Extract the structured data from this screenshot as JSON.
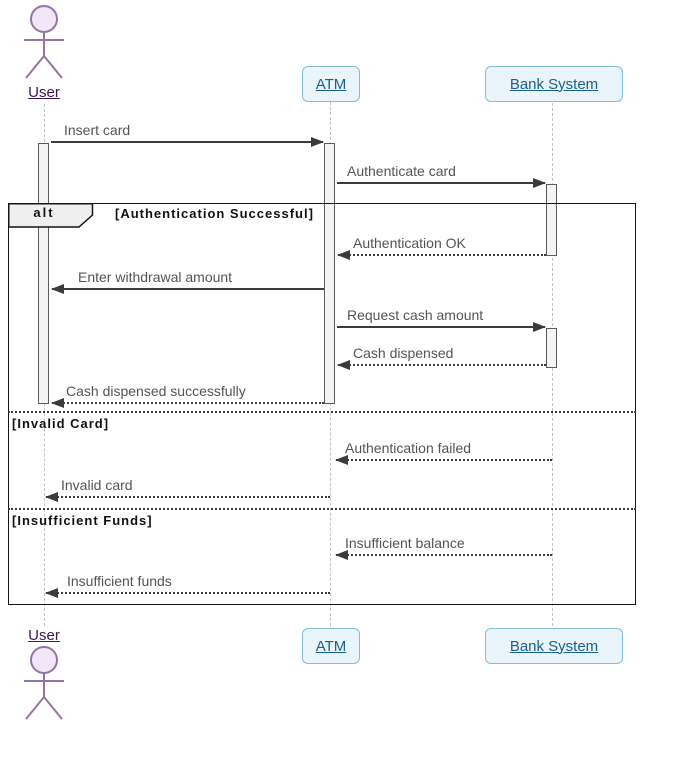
{
  "diagram": {
    "type": "uml-sequence",
    "subject": "ATM cash withdrawal"
  },
  "participants": {
    "user": {
      "label": "User",
      "kind": "actor"
    },
    "atm": {
      "label": "ATM",
      "kind": "participant"
    },
    "bank": {
      "label": "Bank System",
      "kind": "participant"
    }
  },
  "alt_frame": {
    "operator": "alt",
    "sections": [
      {
        "guard": "[Authentication Successful]"
      },
      {
        "guard": "[Invalid Card]"
      },
      {
        "guard": "[Insufficient Funds]"
      }
    ]
  },
  "messages": [
    {
      "text": "Insert card",
      "from": "user",
      "to": "atm",
      "style": "solid"
    },
    {
      "text": "Authenticate card",
      "from": "atm",
      "to": "bank",
      "style": "solid"
    },
    {
      "text": "Authentication OK",
      "from": "bank",
      "to": "atm",
      "style": "dotted"
    },
    {
      "text": "Enter withdrawal amount",
      "from": "atm",
      "to": "user",
      "style": "solid"
    },
    {
      "text": "Request cash amount",
      "from": "atm",
      "to": "bank",
      "style": "solid"
    },
    {
      "text": "Cash dispensed",
      "from": "bank",
      "to": "atm",
      "style": "dotted"
    },
    {
      "text": "Cash dispensed successfully",
      "from": "atm",
      "to": "user",
      "style": "dotted"
    },
    {
      "text": "Authentication failed",
      "from": "bank",
      "to": "atm",
      "style": "dotted"
    },
    {
      "text": "Invalid card",
      "from": "atm",
      "to": "user",
      "style": "dotted"
    },
    {
      "text": "Insufficient balance",
      "from": "bank",
      "to": "atm",
      "style": "dotted"
    },
    {
      "text": "Insufficient funds",
      "from": "atm",
      "to": "user",
      "style": "dotted"
    }
  ],
  "colors": {
    "actor_stroke": "#9673A6",
    "actor_fill": "#F2E7F8",
    "actor_label": "#3B1663",
    "participant_fill": "#EAF4FB",
    "participant_border": "#7FBEE0",
    "participant_label": "#16618E",
    "arrow": "#3B3B3B",
    "message_text": "#545454",
    "lifeline": "#C2C2C2",
    "frame_border": "#151515"
  }
}
